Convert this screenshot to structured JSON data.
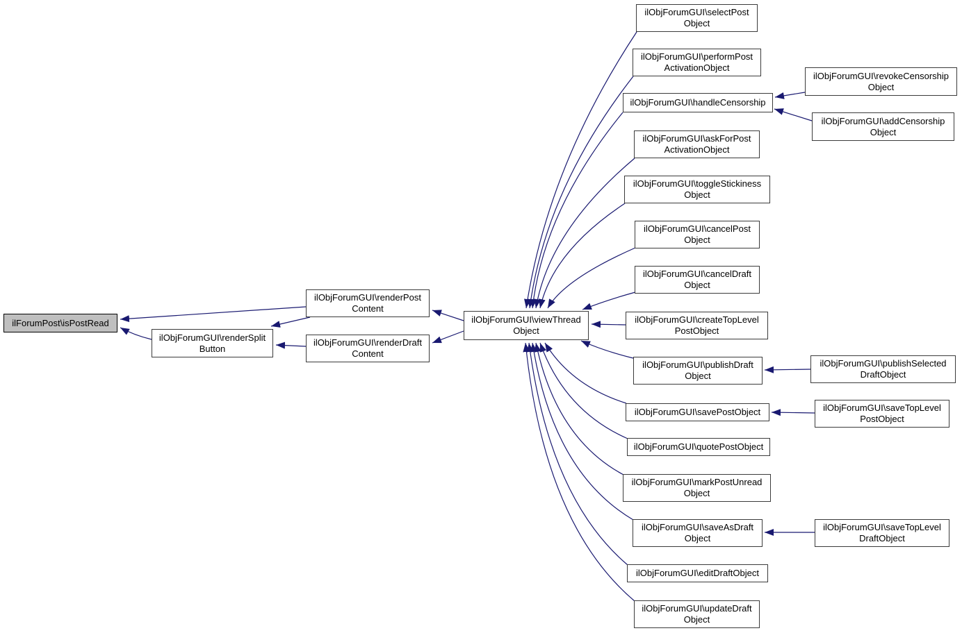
{
  "graph": {
    "type": "doxygen-caller-graph",
    "highlighted_node": "ilForumPost\\isPostRead",
    "colors": {
      "background": "#ffffff",
      "node_fill": "#ffffff",
      "node_border": "#3a3a3a",
      "highlight_fill": "#bfbfbf",
      "edge": "#191970"
    },
    "nodes": [
      {
        "id": "isPostRead",
        "label": "ilForumPost\\isPostRead",
        "highlighted": true
      },
      {
        "id": "renderSplitButton",
        "label": "ilObjForumGUI\\renderSplit\nButton",
        "highlighted": false
      },
      {
        "id": "renderPostContent",
        "label": "ilObjForumGUI\\renderPost\nContent",
        "highlighted": false
      },
      {
        "id": "renderDraftContent",
        "label": "ilObjForumGUI\\renderDraft\nContent",
        "highlighted": false
      },
      {
        "id": "viewThreadObject",
        "label": "ilObjForumGUI\\viewThread\nObject",
        "highlighted": false
      },
      {
        "id": "selectPostObject",
        "label": "ilObjForumGUI\\selectPost\nObject",
        "highlighted": false
      },
      {
        "id": "performPostActivationObject",
        "label": "ilObjForumGUI\\performPost\nActivationObject",
        "highlighted": false
      },
      {
        "id": "handleCensorship",
        "label": "ilObjForumGUI\\handleCensorship",
        "highlighted": false
      },
      {
        "id": "askForPostActivationObject",
        "label": "ilObjForumGUI\\askForPost\nActivationObject",
        "highlighted": false
      },
      {
        "id": "toggleStickinessObject",
        "label": "ilObjForumGUI\\toggleStickiness\nObject",
        "highlighted": false
      },
      {
        "id": "cancelPostObject",
        "label": "ilObjForumGUI\\cancelPost\nObject",
        "highlighted": false
      },
      {
        "id": "cancelDraftObject",
        "label": "ilObjForumGUI\\cancelDraft\nObject",
        "highlighted": false
      },
      {
        "id": "createTopLevelPostObject",
        "label": "ilObjForumGUI\\createTopLevel\nPostObject",
        "highlighted": false
      },
      {
        "id": "publishDraftObject",
        "label": "ilObjForumGUI\\publishDraft\nObject",
        "highlighted": false
      },
      {
        "id": "savePostObject",
        "label": "ilObjForumGUI\\savePostObject",
        "highlighted": false
      },
      {
        "id": "quotePostObject",
        "label": "ilObjForumGUI\\quotePostObject",
        "highlighted": false
      },
      {
        "id": "markPostUnreadObject",
        "label": "ilObjForumGUI\\markPostUnread\nObject",
        "highlighted": false
      },
      {
        "id": "saveAsDraftObject",
        "label": "ilObjForumGUI\\saveAsDraft\nObject",
        "highlighted": false
      },
      {
        "id": "editDraftObject",
        "label": "ilObjForumGUI\\editDraftObject",
        "highlighted": false
      },
      {
        "id": "updateDraftObject",
        "label": "ilObjForumGUI\\updateDraft\nObject",
        "highlighted": false
      },
      {
        "id": "revokeCensorshipObject",
        "label": "ilObjForumGUI\\revokeCensorship\nObject",
        "highlighted": false
      },
      {
        "id": "addCensorshipObject",
        "label": "ilObjForumGUI\\addCensorship\nObject",
        "highlighted": false
      },
      {
        "id": "publishSelectedDraftObject",
        "label": "ilObjForumGUI\\publishSelected\nDraftObject",
        "highlighted": false
      },
      {
        "id": "saveTopLevelPostObject",
        "label": "ilObjForumGUI\\saveTopLevel\nPostObject",
        "highlighted": false
      },
      {
        "id": "saveTopLevelDraftObject",
        "label": "ilObjForumGUI\\saveTopLevel\nDraftObject",
        "highlighted": false
      }
    ],
    "edges": [
      {
        "from": "renderPostContent",
        "to": "isPostRead"
      },
      {
        "from": "renderSplitButton",
        "to": "isPostRead"
      },
      {
        "from": "renderPostContent",
        "to": "renderSplitButton"
      },
      {
        "from": "renderDraftContent",
        "to": "renderSplitButton"
      },
      {
        "from": "viewThreadObject",
        "to": "renderPostContent"
      },
      {
        "from": "viewThreadObject",
        "to": "renderDraftContent"
      },
      {
        "from": "selectPostObject",
        "to": "viewThreadObject"
      },
      {
        "from": "performPostActivationObject",
        "to": "viewThreadObject"
      },
      {
        "from": "handleCensorship",
        "to": "viewThreadObject"
      },
      {
        "from": "askForPostActivationObject",
        "to": "viewThreadObject"
      },
      {
        "from": "toggleStickinessObject",
        "to": "viewThreadObject"
      },
      {
        "from": "cancelPostObject",
        "to": "viewThreadObject"
      },
      {
        "from": "cancelDraftObject",
        "to": "viewThreadObject"
      },
      {
        "from": "createTopLevelPostObject",
        "to": "viewThreadObject"
      },
      {
        "from": "publishDraftObject",
        "to": "viewThreadObject"
      },
      {
        "from": "savePostObject",
        "to": "viewThreadObject"
      },
      {
        "from": "quotePostObject",
        "to": "viewThreadObject"
      },
      {
        "from": "markPostUnreadObject",
        "to": "viewThreadObject"
      },
      {
        "from": "saveAsDraftObject",
        "to": "viewThreadObject"
      },
      {
        "from": "editDraftObject",
        "to": "viewThreadObject"
      },
      {
        "from": "updateDraftObject",
        "to": "viewThreadObject"
      },
      {
        "from": "revokeCensorshipObject",
        "to": "handleCensorship"
      },
      {
        "from": "addCensorshipObject",
        "to": "handleCensorship"
      },
      {
        "from": "publishSelectedDraftObject",
        "to": "publishDraftObject"
      },
      {
        "from": "saveTopLevelPostObject",
        "to": "savePostObject"
      },
      {
        "from": "saveTopLevelDraftObject",
        "to": "saveAsDraftObject"
      }
    ]
  }
}
